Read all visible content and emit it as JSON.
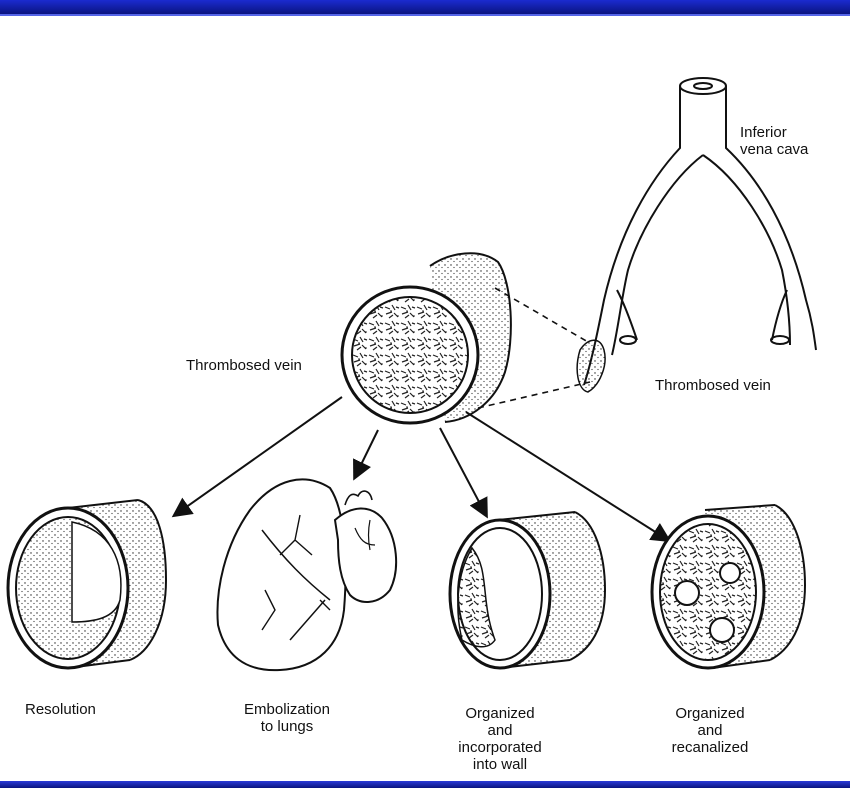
{
  "labels": {
    "ivc": "Inferior\nvena cava",
    "thrombosed_left": "Thrombosed vein",
    "thrombosed_right": "Thrombosed vein",
    "resolution": "Resolution",
    "embolization": "Embolization\nto lungs",
    "organized_wall": "Organized\nand\nincorporated\ninto wall",
    "recanalized": "Organized\nand\nrecanalized"
  },
  "colors": {
    "frame_bar": "#0a1480",
    "line": "#111111"
  }
}
